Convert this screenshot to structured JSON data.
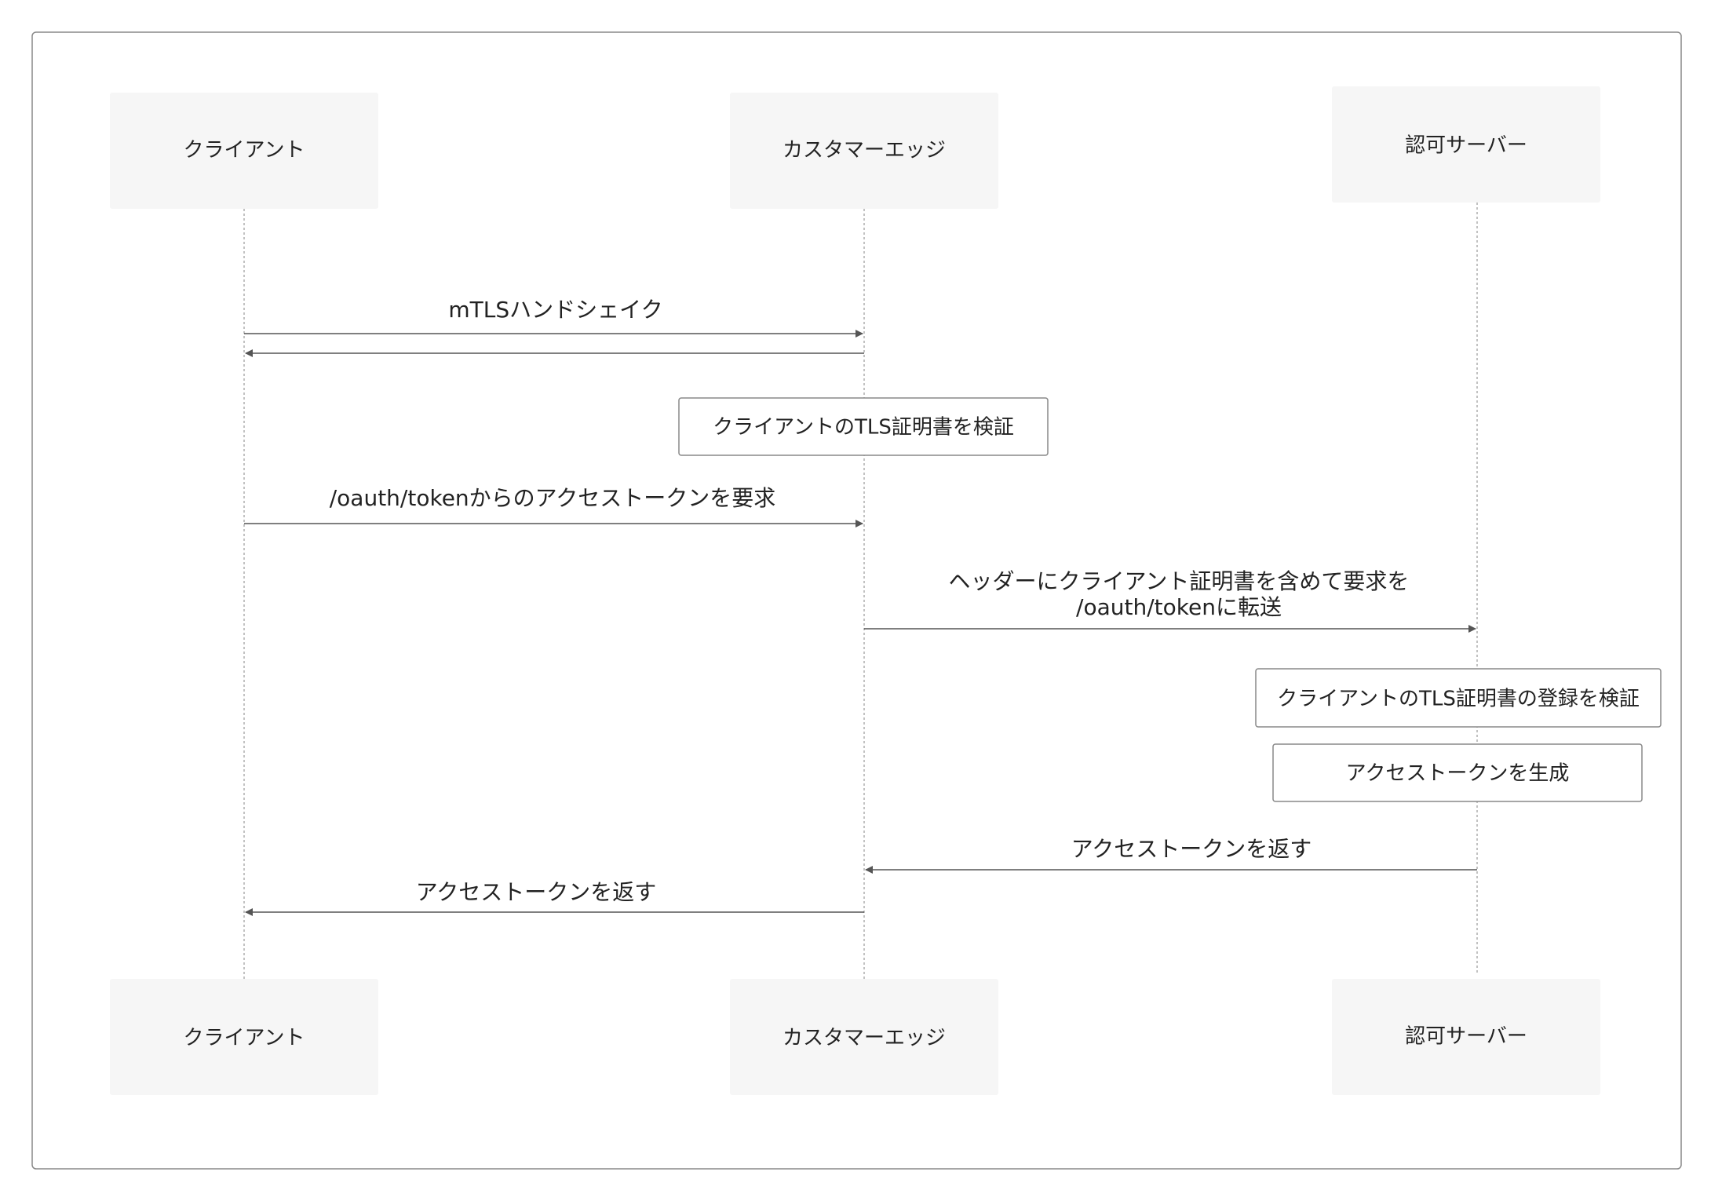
{
  "participants": [
    {
      "id": "client",
      "label": "クライアント"
    },
    {
      "id": "edge",
      "label": "カスタマーエッジ"
    },
    {
      "id": "auth",
      "label": "認可サーバー"
    }
  ],
  "messages": [
    {
      "from": "client",
      "to": "edge",
      "lines": [
        "mTLSハンドシェイク"
      ]
    },
    {
      "from": "edge",
      "to": "client",
      "lines": []
    },
    {
      "from": "client",
      "to": "edge",
      "lines": [
        "/oauth/tokenからのアクセストークンを要求"
      ]
    },
    {
      "from": "edge",
      "to": "auth",
      "lines": [
        "ヘッダーにクライアント証明書を含めて要求を",
        "/oauth/tokenに転送"
      ]
    },
    {
      "from": "auth",
      "to": "edge",
      "lines": [
        "アクセストークンを返す"
      ]
    },
    {
      "from": "edge",
      "to": "client",
      "lines": [
        "アクセストークンを返す"
      ]
    }
  ],
  "notes": [
    {
      "over": "edge",
      "text": "クライアントのTLS証明書を検証"
    },
    {
      "over": "auth",
      "text": "クライアントのTLS証明書の登録を検証"
    },
    {
      "over": "auth",
      "text": "アクセストークンを生成"
    }
  ],
  "colors": {
    "actor_fill": "#f6f6f6",
    "line": "#555555",
    "lifeline": "#9a9a9a",
    "frame": "#888888",
    "text": "#222222"
  }
}
